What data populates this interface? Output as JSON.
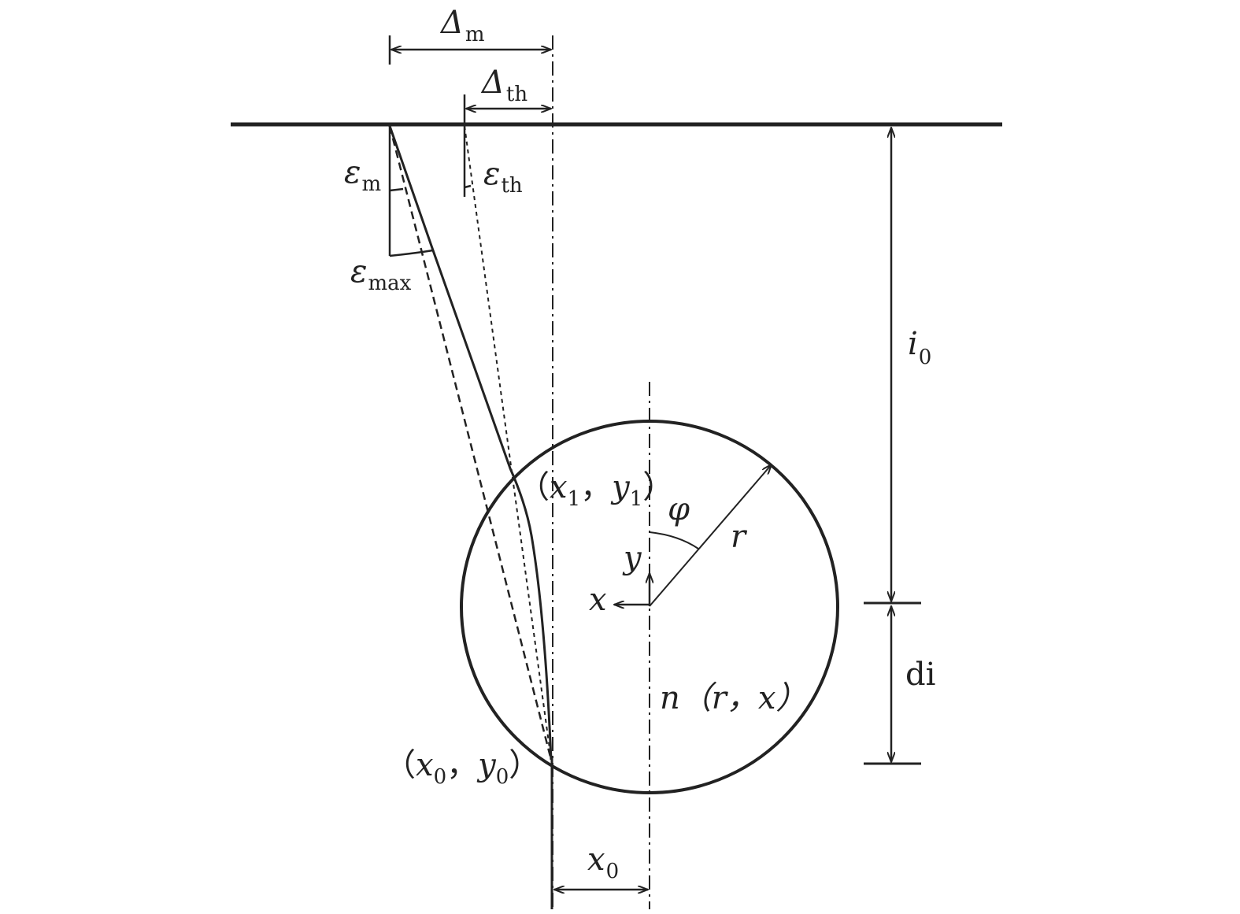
{
  "diagram": {
    "title": "",
    "colors": {
      "line": "#222222",
      "background": "#ffffff"
    },
    "labels": {
      "delta_m": {
        "main": "Δ",
        "sub": "m"
      },
      "delta_th": {
        "main": "Δ",
        "sub": "th"
      },
      "eps_m": {
        "main": "ε",
        "sub": "m"
      },
      "eps_th": {
        "main": "ε",
        "sub": "th"
      },
      "eps_max": {
        "main": "ε",
        "sub": "max"
      },
      "i0": {
        "main": "i",
        "sub": "0"
      },
      "di": "di",
      "point1": {
        "open": "（",
        "x": "x",
        "xsub": "1",
        "sep": "，",
        "y": "y",
        "ysub": "1",
        "close": "）"
      },
      "phi": "φ",
      "r": "r",
      "y_axis": "y",
      "x_axis": "x",
      "n_func": "n（r，x）",
      "point0": {
        "open": "（",
        "x": "x",
        "xsub": "0",
        "sep": "，",
        "y": "y",
        "ysub": "0",
        "close": "）"
      },
      "x0": {
        "main": "x",
        "sub": "0"
      }
    }
  }
}
